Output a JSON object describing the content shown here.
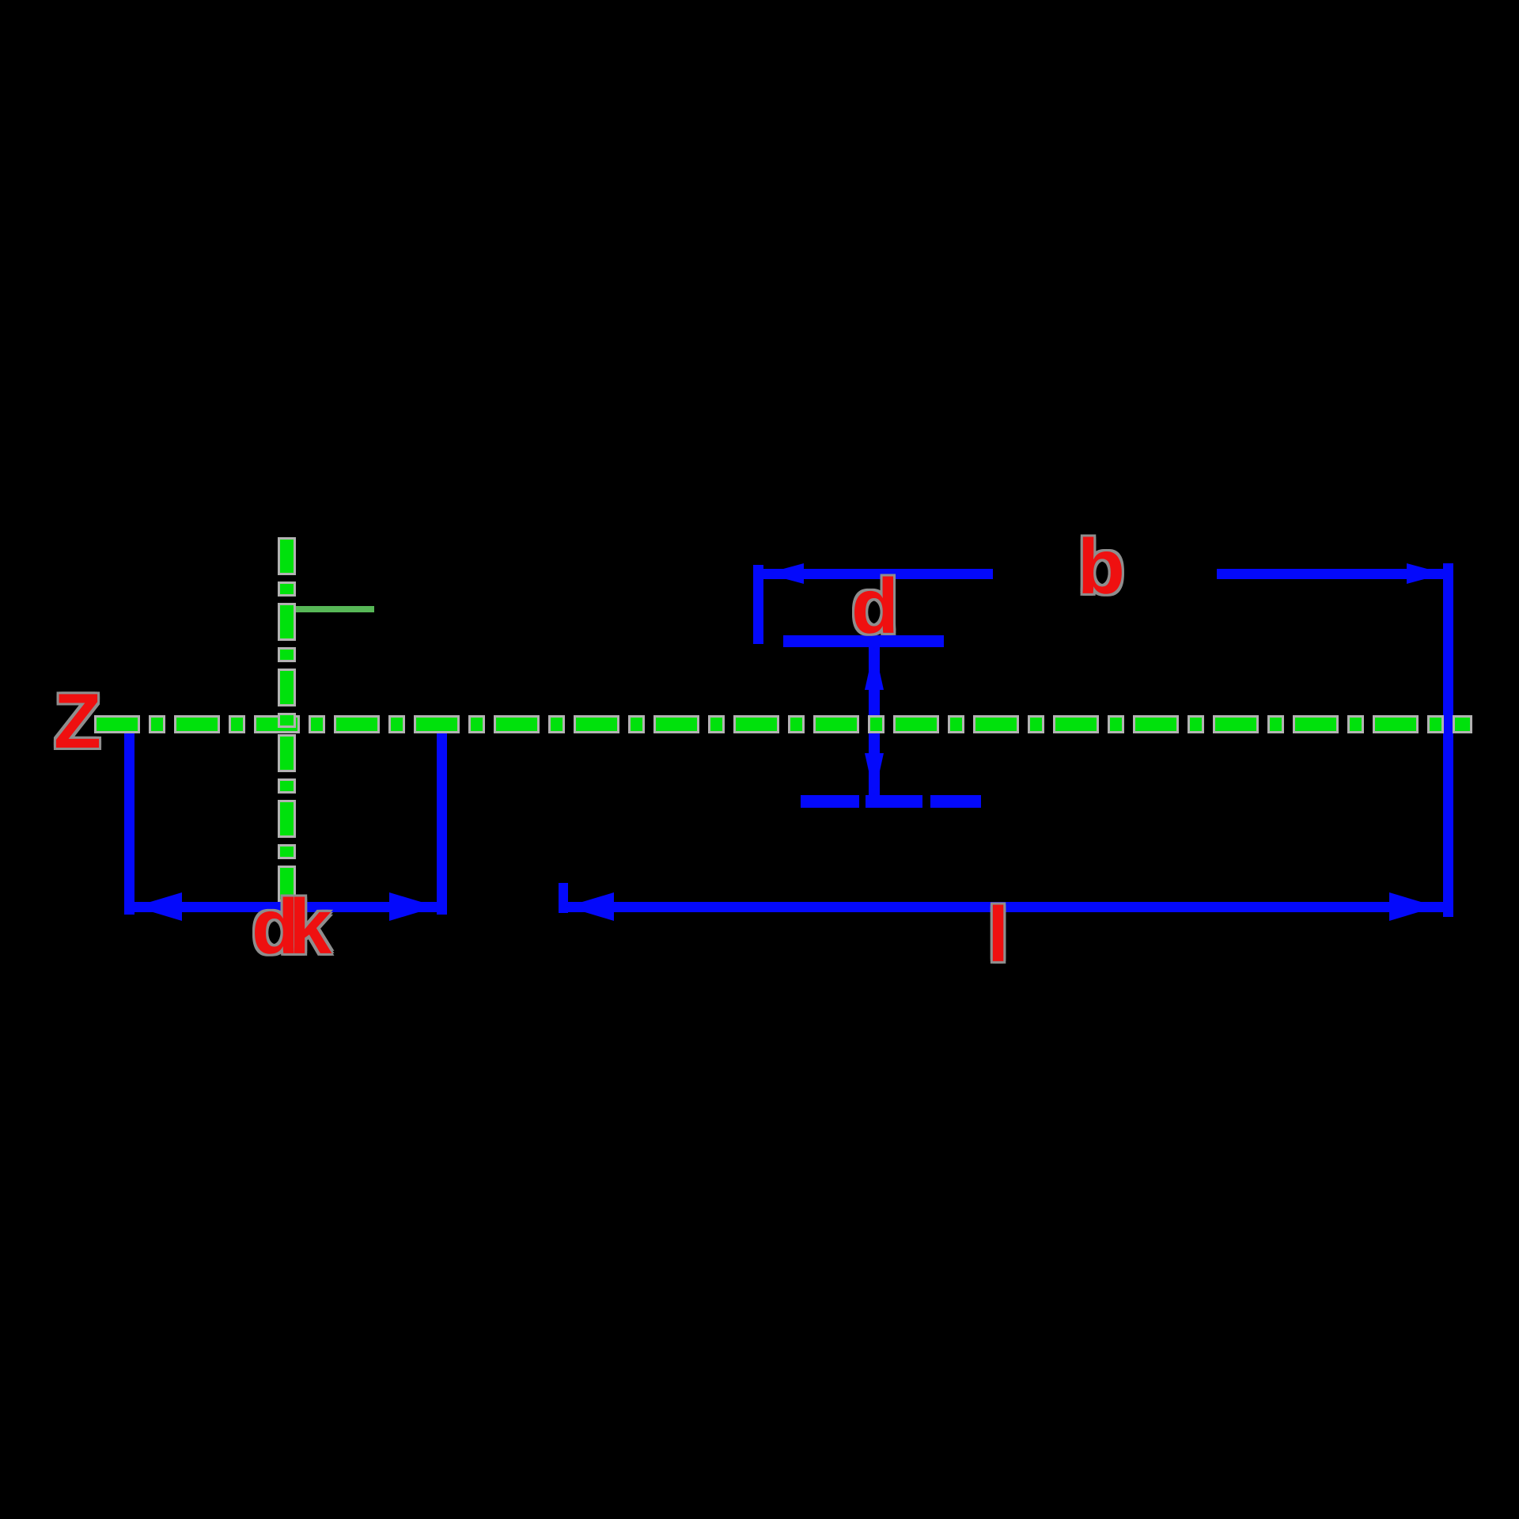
{
  "diagram": {
    "background": "#000000",
    "colors": {
      "centerline_green": "#00e10c",
      "centerline_outline_gray": "#b2b2b2",
      "dimension_blue": "#0409fb",
      "label_red": "#ef1010",
      "reference_line_green": "#57b757"
    },
    "labels": {
      "z": "Z",
      "dk": "dk",
      "d": "d",
      "b": "b",
      "l": "l"
    }
  }
}
